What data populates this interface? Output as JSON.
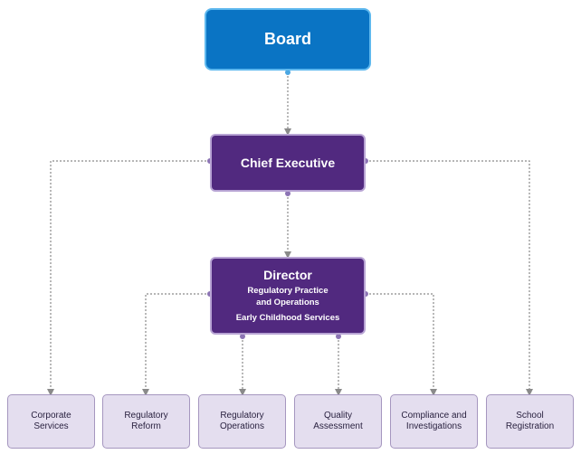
{
  "board": {
    "label": "Board"
  },
  "chief_executive": {
    "label": "Chief Executive"
  },
  "director": {
    "title": "Director",
    "lines": [
      "Regulatory Practice",
      "and Operations",
      "Early Childhood Services"
    ]
  },
  "departments": [
    {
      "lines": [
        "Corporate",
        "Services"
      ]
    },
    {
      "lines": [
        "Regulatory",
        "Reform"
      ]
    },
    {
      "lines": [
        "Regulatory",
        "Operations"
      ]
    },
    {
      "lines": [
        "Quality",
        "Assessment"
      ]
    },
    {
      "lines": [
        "Compliance and",
        "Investigations"
      ]
    },
    {
      "lines": [
        "School",
        "Registration"
      ]
    }
  ],
  "colors": {
    "board_fill": "#0a74c4",
    "executive_fill": "#51297f",
    "department_fill": "#e4deef",
    "connector": "#8a8a8a",
    "dot": "#8c74b4"
  }
}
